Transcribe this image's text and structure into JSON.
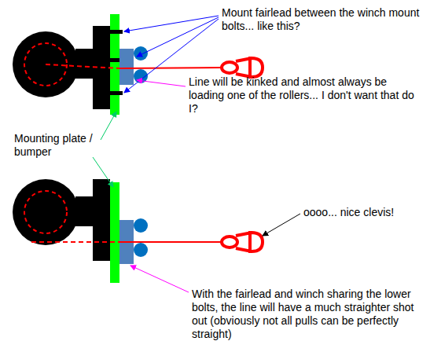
{
  "diagram": {
    "labels": [
      "Mount fairlead between the winch mount bolts... like this?",
      "Line will be kinked and almost always be loading one of the rollers... I don't want that do I?",
      "Mounting plate / bumper",
      "oooo... nice clevis!",
      "With the fairlead and winch sharing the lower bolts, the line will have a much straighter shot out (obviously not all pulls can be perfectly straight)"
    ]
  }
}
